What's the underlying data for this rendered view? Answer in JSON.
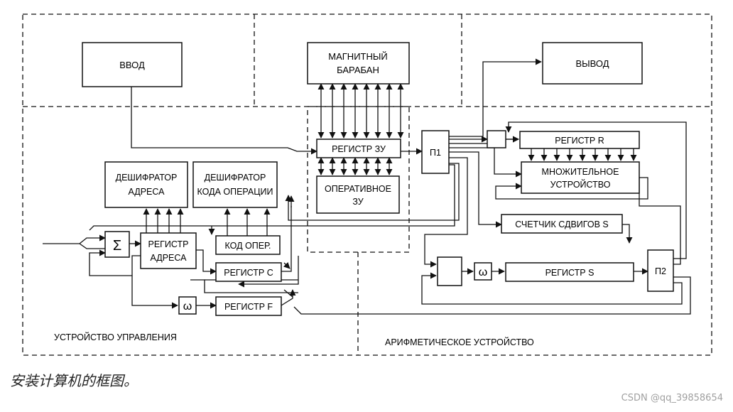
{
  "blocks": {
    "vvod": "ВВОД",
    "drum_line1": "МАГНИТНЫЙ",
    "drum_line2": "БАРАБАН",
    "vyvod": "ВЫВОД",
    "reg_zu": "РЕГИСТР ЗУ",
    "op_mem_line1": "ОПЕРАТИВНОЕ",
    "op_mem_line2": "ЗУ",
    "dec_addr_line1": "ДЕШИФРАТОР",
    "dec_addr_line2": "АДРЕСА",
    "dec_op_line1": "ДЕШИФРАТОР",
    "dec_op_line2": "КОДА ОПЕРАЦИИ",
    "sigma": "Σ",
    "reg_addr_line1": "РЕГИСТР",
    "reg_addr_line2": "АДРЕСА",
    "op_code": "КОД ОПЕР.",
    "reg_c": "РЕГИСТР С",
    "omega1": "ω",
    "reg_f": "РЕГИСТР F",
    "p1": "П1",
    "reg_r": "РЕГИСТР R",
    "mult_line1": "МНОЖИТЕЛЬНОЕ",
    "mult_line2": "УСТРОЙСТВО",
    "shift_counter": "СЧЕТЧИК СДВИГОВ S",
    "omega2": "ω",
    "reg_s": "РЕГИСТР S",
    "p2": "П2"
  },
  "regions": {
    "control_unit": "УСТРОЙСТВО УПРАВЛЕНИЯ",
    "arith_unit": "АРИФМЕТИЧЕСКОЕ УСТРОЙСТВО"
  },
  "caption": "安装计算机的框图。",
  "watermark": "CSDN @qq_39858654"
}
